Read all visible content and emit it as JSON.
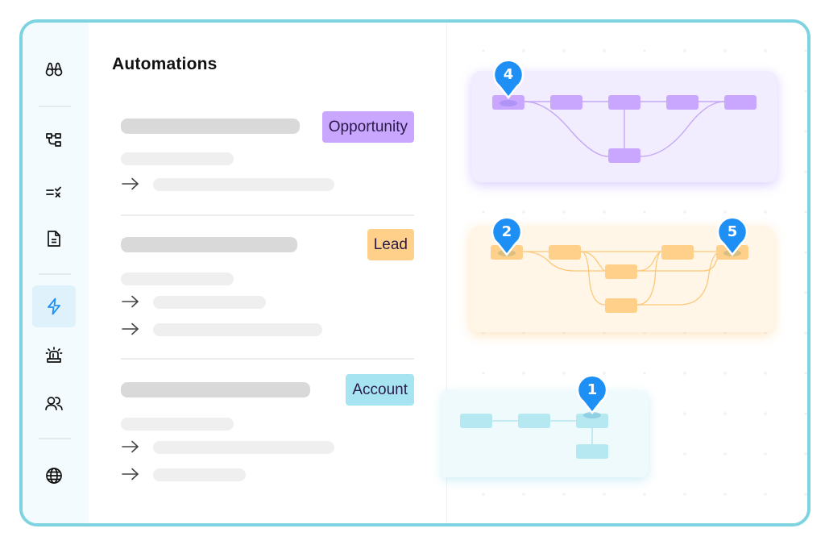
{
  "page": {
    "title": "Automations"
  },
  "sidebar": {
    "items": [
      {
        "id": "explore",
        "icon": "binoculars-icon",
        "active": false
      },
      {
        "id": "workflows",
        "icon": "workflow-tree-icon",
        "active": false
      },
      {
        "id": "rules",
        "icon": "checklist-icon",
        "active": false
      },
      {
        "id": "documents",
        "icon": "document-icon",
        "active": false
      },
      {
        "id": "automations",
        "icon": "lightning-icon",
        "active": true
      },
      {
        "id": "alerts",
        "icon": "siren-icon",
        "active": false
      },
      {
        "id": "users",
        "icon": "users-icon",
        "active": false
      },
      {
        "id": "global",
        "icon": "globe-icon",
        "active": false
      }
    ]
  },
  "automations": [
    {
      "tag": "Opportunity",
      "tag_color": "#c9a7ff",
      "action_count": 1
    },
    {
      "tag": "Lead",
      "tag_color": "#ffd08a",
      "action_count": 2
    },
    {
      "tag": "Account",
      "tag_color": "#a6e4f2",
      "action_count": 2
    }
  ],
  "canvas": {
    "flows": [
      {
        "name": "opportunity-flow",
        "color": "#c9a7ff",
        "fill": "#f2ecff",
        "pins": [
          "4"
        ]
      },
      {
        "name": "lead-flow",
        "color": "#ffd08a",
        "fill": "#fff6e8",
        "pins": [
          "2",
          "5"
        ]
      },
      {
        "name": "account-flow",
        "color": "#a6e4f2",
        "fill": "#effafd",
        "pins": [
          "1"
        ]
      }
    ],
    "pin_color": "#1e90f5"
  },
  "colors": {
    "frame_border": "#7dd3e0",
    "rail_bg": "#f3fbfe",
    "active_icon": "#1e90f5"
  }
}
